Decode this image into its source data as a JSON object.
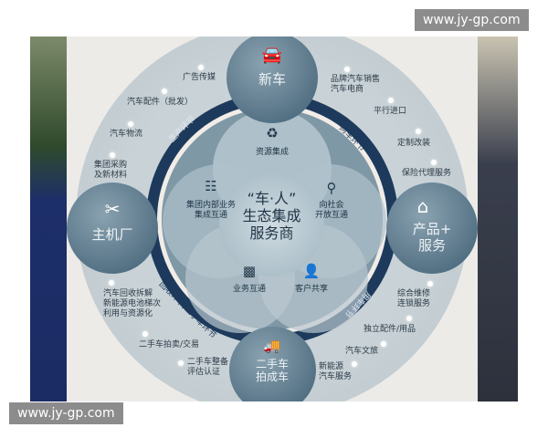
{
  "center": {
    "line1": "“车·人”",
    "line2": "生态集成",
    "line3": "服务商"
  },
  "inner_modules": [
    {
      "label": "资源集成",
      "icon": "recycle-icon"
    },
    {
      "label": "集团内部业务\n集成互通",
      "icon": "org-chart-icon"
    },
    {
      "label": "向社会\n开放互通",
      "icon": "search-person-icon"
    },
    {
      "label": "业务互通",
      "icon": "chat-icon"
    },
    {
      "label": "客户共享",
      "icon": "users-icon"
    }
  ],
  "nodes": [
    {
      "label": "新车",
      "icon": "car-icon"
    },
    {
      "label": "主机厂",
      "icon": "tools-icon"
    },
    {
      "label": "产品+\n服务",
      "icon": "house-icon"
    },
    {
      "label": "二手车\n拍成车",
      "icon": "truck-icon"
    }
  ],
  "ring_labels": [
    "生产环节",
    "购车环节",
    "用车环节",
    "回收环节/二手车环节"
  ],
  "outer_items": {
    "top_left": [
      "广告传媒",
      "汽车配件（批发）",
      "汽车物流",
      "集团采购\n及新材料"
    ],
    "top_right": [
      "品牌汽车销售\n汽车电商",
      "平行进口",
      "定制改装",
      "保险代理服务"
    ],
    "bottom_right": [
      "综合维修\n连锁服务",
      "独立配件/用品",
      "汽车文旅",
      "新能源\n汽车服务"
    ],
    "bottom_left": [
      "汽车回收拆解\n新能源电池梯次\n利用与资源化",
      "二手车拍卖/交易",
      "二手车整备\n评估认证"
    ]
  },
  "watermarks": [
    "www.jy-gp.com",
    "www.jy-gp.com"
  ],
  "colors": {
    "ring_dark": "#1d3a5c",
    "node": "#5f7d8f",
    "inner": "#a9bcc6"
  }
}
